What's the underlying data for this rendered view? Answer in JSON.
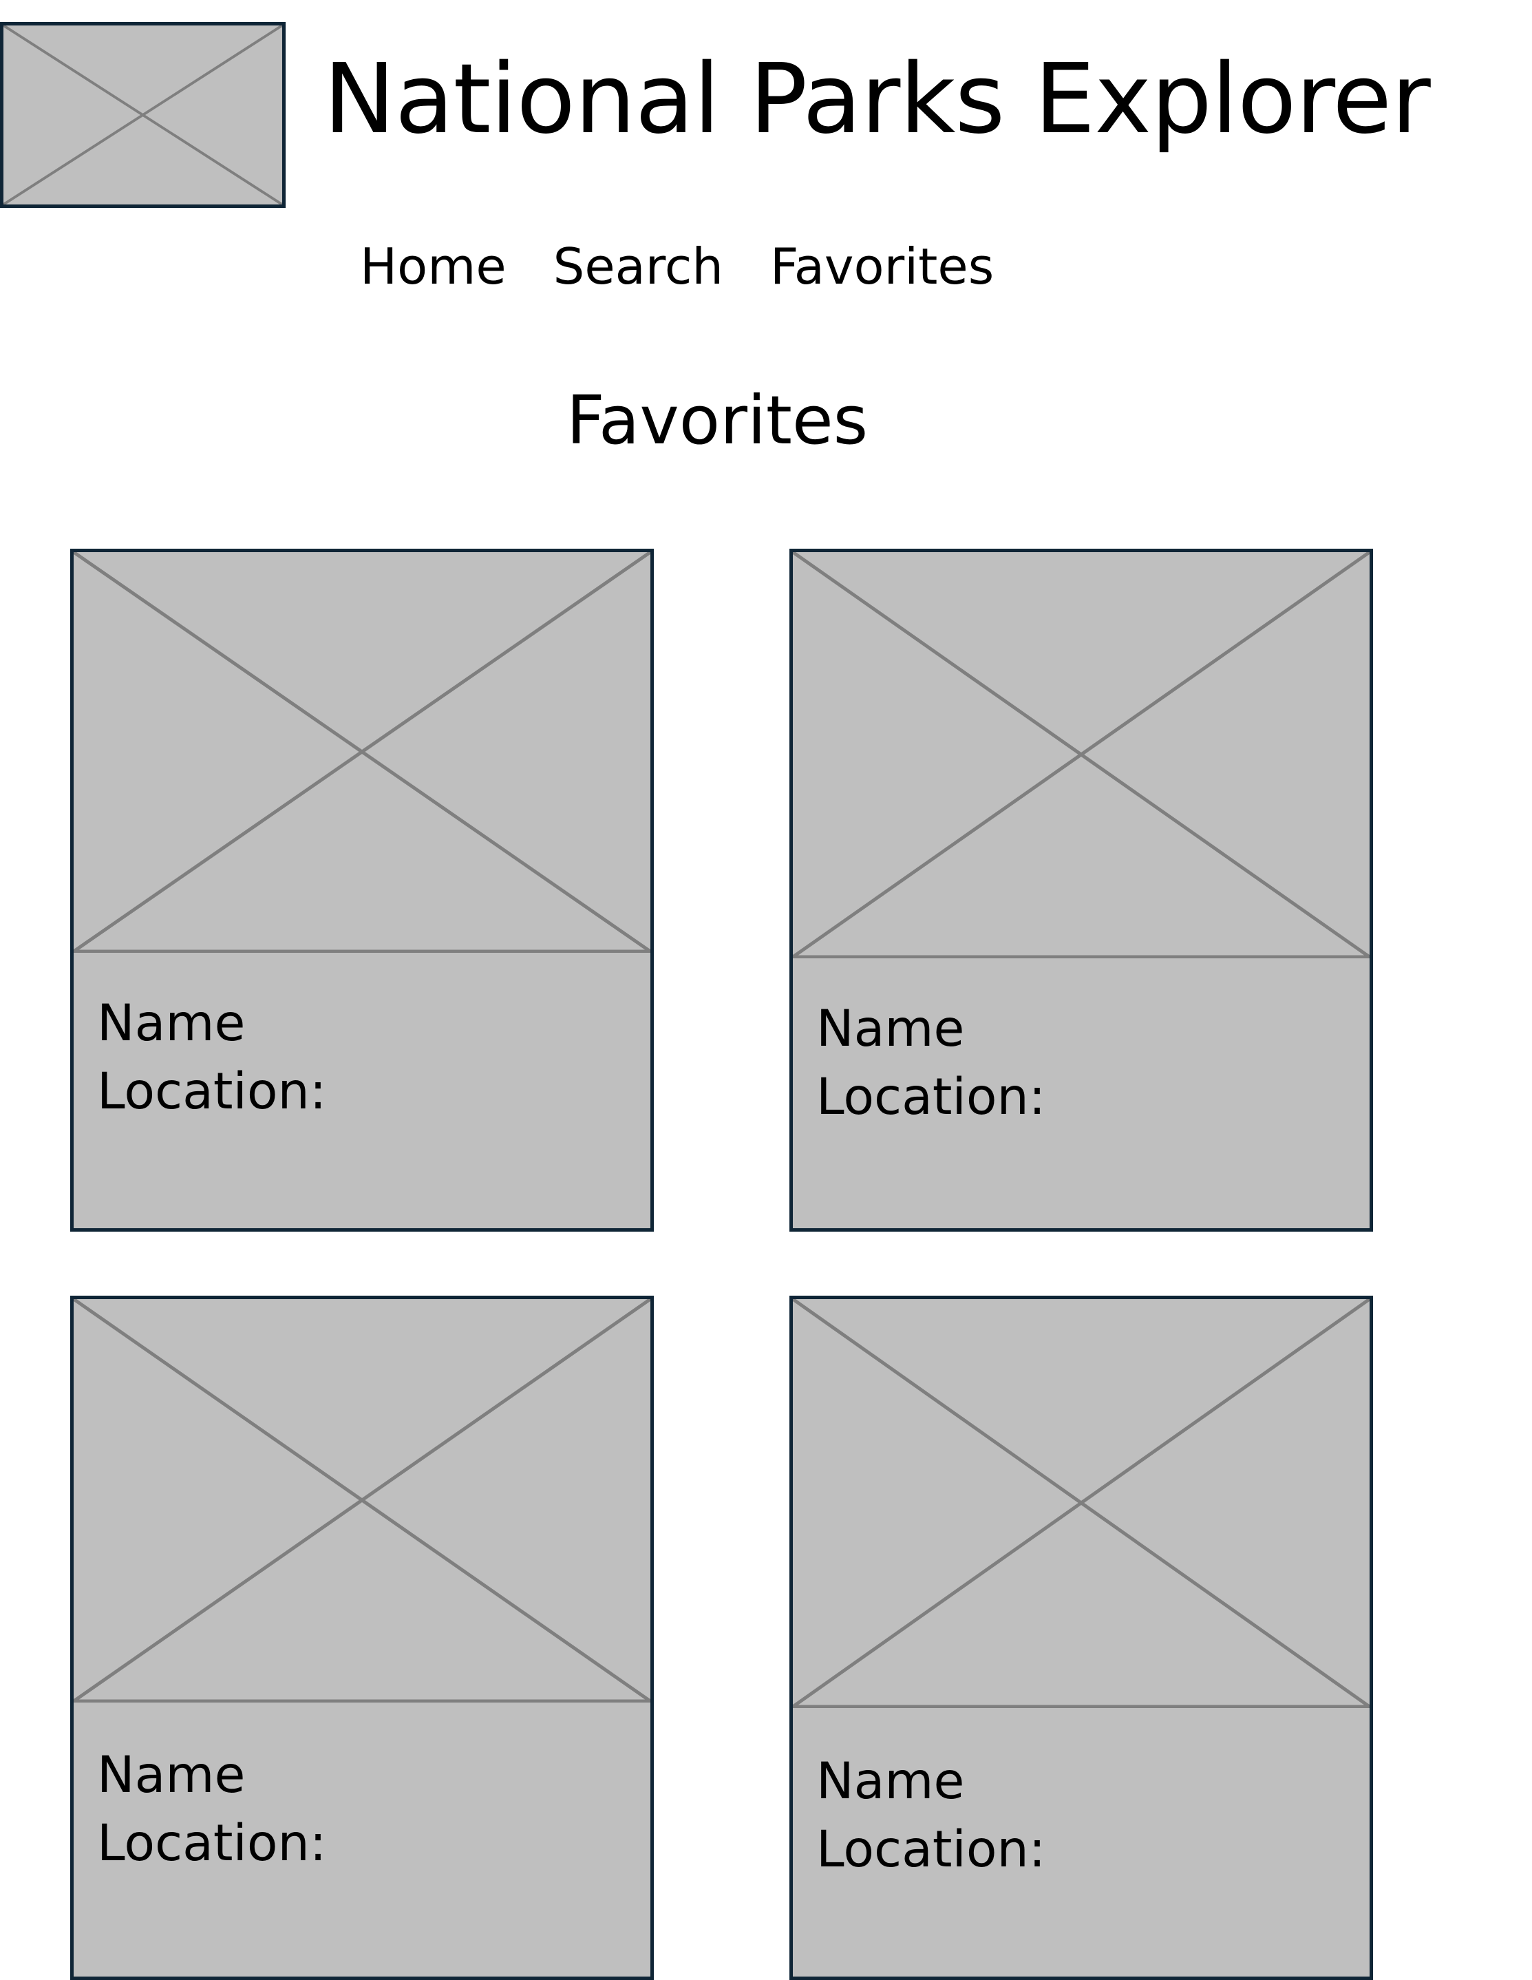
{
  "header": {
    "logo_icon": "image-placeholder-icon",
    "title": "National Parks Explorer"
  },
  "nav": {
    "items": [
      {
        "label": "Home"
      },
      {
        "label": "Search"
      },
      {
        "label": "Favorites"
      }
    ]
  },
  "main": {
    "title": "Favorites",
    "cards": [
      {
        "name_label": "Name",
        "location_label": "Location:",
        "image_icon": "image-placeholder-icon"
      },
      {
        "name_label": "Name",
        "location_label": "Location:",
        "image_icon": "image-placeholder-icon"
      },
      {
        "name_label": "Name",
        "location_label": "Location:",
        "image_icon": "image-placeholder-icon"
      },
      {
        "name_label": "Name",
        "location_label": "Location:",
        "image_icon": "image-placeholder-icon"
      }
    ]
  },
  "colors": {
    "placeholder_fill": "#bfbfbf",
    "border": "#0f2536",
    "cross_lines": "#7f7f7f"
  }
}
